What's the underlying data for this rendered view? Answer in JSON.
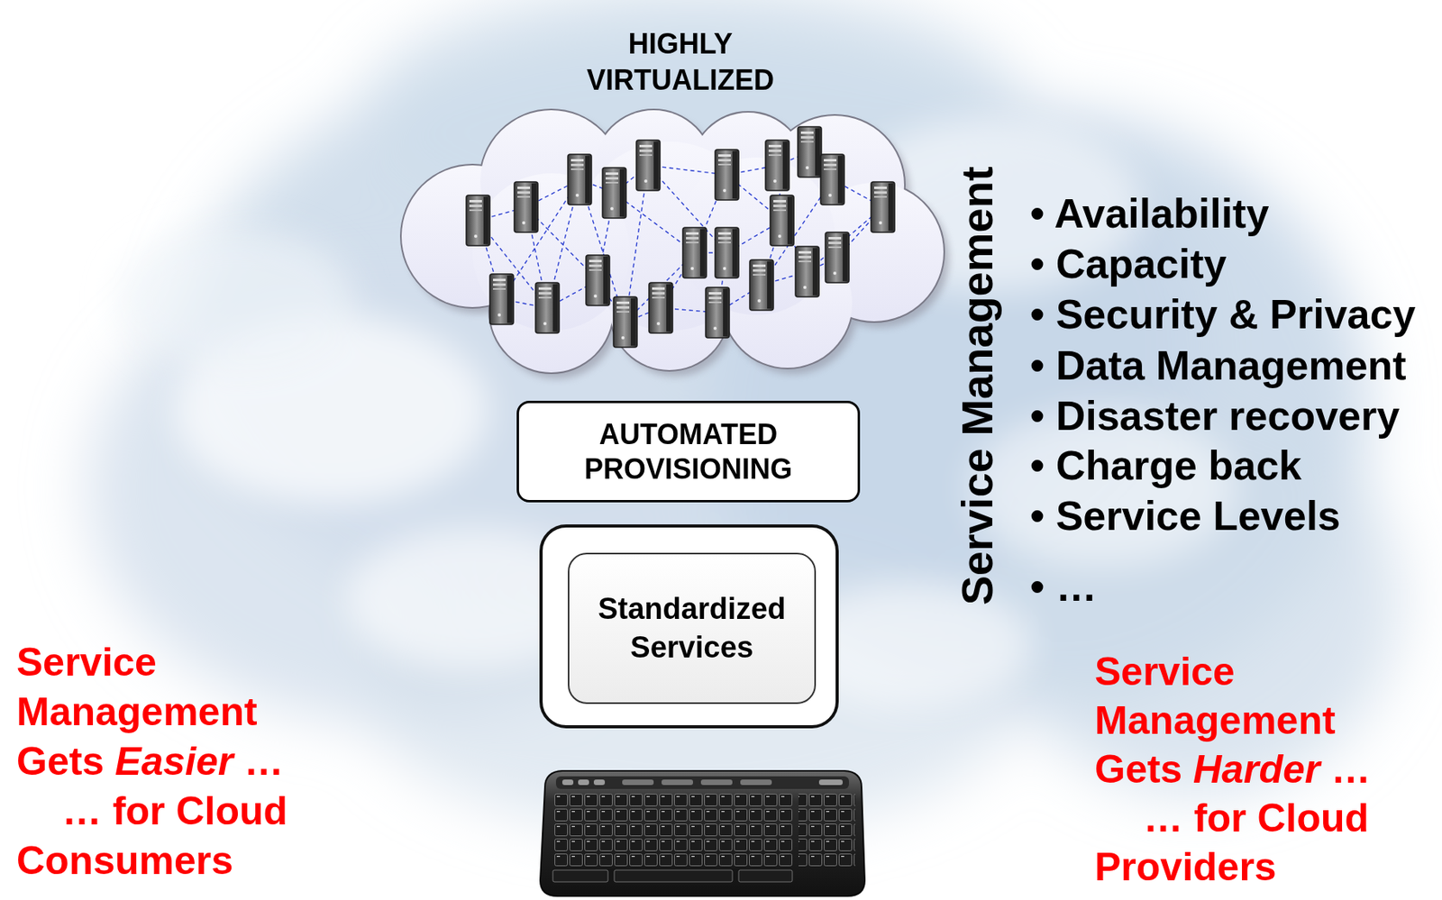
{
  "diagram": {
    "nodes": [
      {
        "text": [
          "AUTOMATED PROVISIONING"
        ]
      },
      {
        "text": [
          "Standardized Services"
        ]
      }
    ],
    "labels": [
      "HIGHLY VIRTUALIZED",
      "Service Management",
      "• Availability",
      "• Capacity",
      "• Security & Privacy",
      "• Data Management",
      "• Disaster recovery",
      "• Charge back",
      "• Service Levels",
      "• …",
      "Service Management Gets Easier … … for Cloud Consumers",
      "Service Management Gets Harder … … for Cloud Providers"
    ]
  }
}
